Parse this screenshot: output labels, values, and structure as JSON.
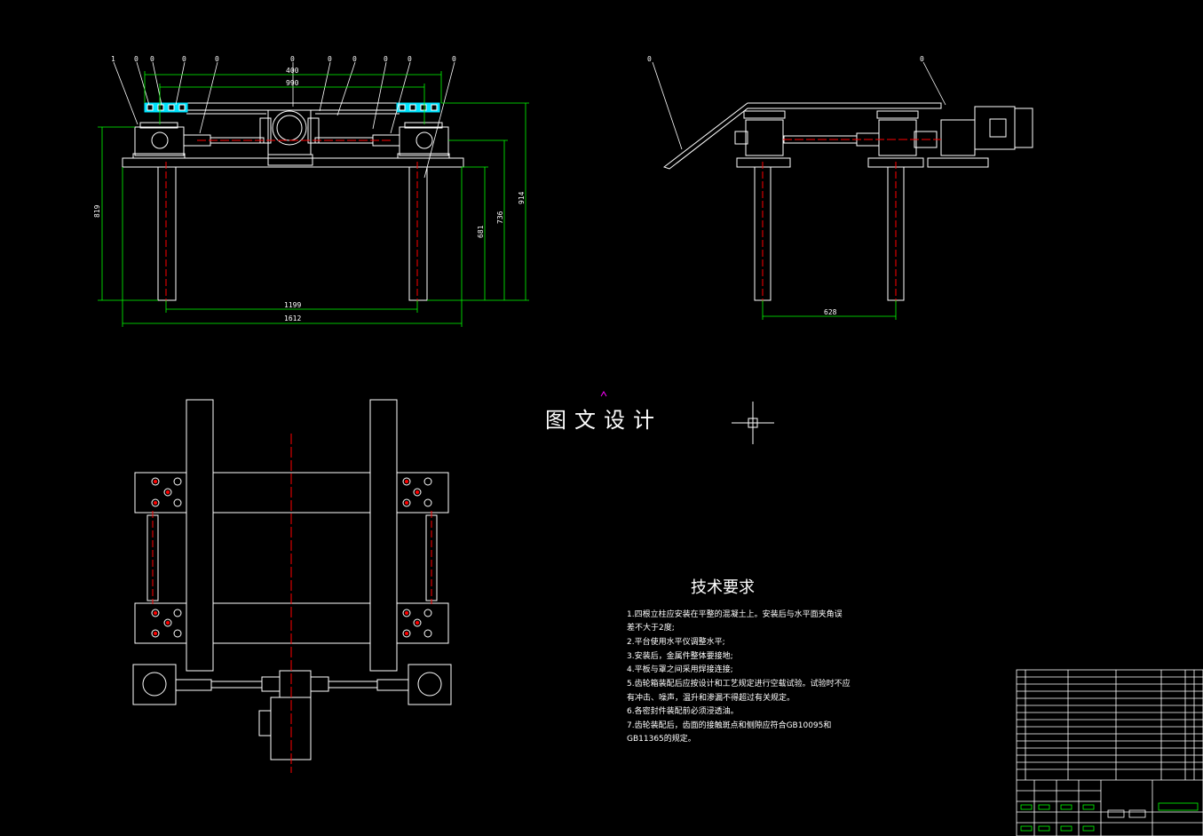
{
  "watermark": "图文设计",
  "front_view": {
    "dimensions": {
      "top_400": "400",
      "top_990": "990",
      "height_819": "819",
      "height_681": "681",
      "height_736": "736",
      "height_914": "914",
      "width_1199": "1199",
      "width_1612": "1612"
    },
    "balloon_labels": [
      "1",
      "0",
      "0",
      "0",
      "0",
      "0",
      "0",
      "0",
      "0",
      "0",
      "0"
    ]
  },
  "side_view": {
    "dimensions": {
      "width_628": "628"
    },
    "balloon_labels": [
      "0",
      "0"
    ]
  },
  "tech_requirements": {
    "title": "技术要求",
    "items": [
      "1.四根立柱应安装在平整的混凝土上。安装后与水平面夹角误",
      "差不大于2度;",
      "2.平台使用水平仪调整水平;",
      "3.安装后，金属件整体要接地;",
      "4.平板与罩之间采用焊接连接;",
      "5.齿轮箱装配后应按设计和工艺规定进行空载试验。试验时不应",
      "有冲击、噪声，温升和渗漏不得超过有关规定。",
      "6.各密封件装配前必须浸透油。",
      "7.齿轮装配后，齿面的接触斑点和侧隙应符合GB10095和",
      "GB11365的规定。"
    ]
  },
  "colors": {
    "background": "#000000",
    "line_white": "#ffffff",
    "dimension_green": "#00ff00",
    "center_red": "#ff0000",
    "highlight_cyan": "#00e5ff",
    "cursor_magenta": "#ff00ff"
  }
}
